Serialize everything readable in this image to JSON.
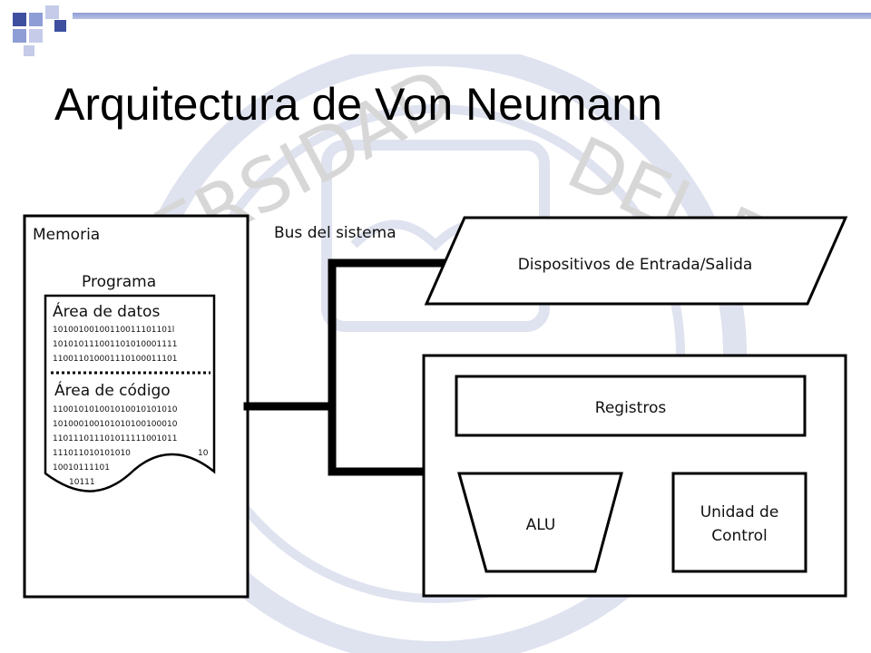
{
  "slide": {
    "title": "Arquitectura de Von Neumann",
    "accent_color": "#5a6fc0",
    "accent_light": "#b9c0e2",
    "bar_color": "#8f9dd6"
  },
  "diagram": {
    "memory": {
      "label": "Memoria",
      "program_label": "Programa",
      "data_area_label": "Área de datos",
      "code_area_label": "Área de código",
      "data_lines": [
        "10100100100110011101101l",
        "101010111001101010001111",
        "110011010001110100011101"
      ],
      "code_lines": [
        "110010101001010010101010",
        "101000100101010100100010",
        "110111011101011111001011",
        "111011010101010",
        "10010111101",
        "10111"
      ],
      "code_line_tail": "10"
    },
    "bus_label": "Bus del sistema",
    "io_label": "Dispositivos de Entrada/Salida",
    "cpu": {
      "registers_label": "Registros",
      "alu_label": "ALU",
      "control_label_line1": "Unidad de",
      "control_label_line2": "Control"
    },
    "watermark": {
      "letters_left": "ERSIDAD",
      "letters_right": "DEL BI"
    }
  }
}
